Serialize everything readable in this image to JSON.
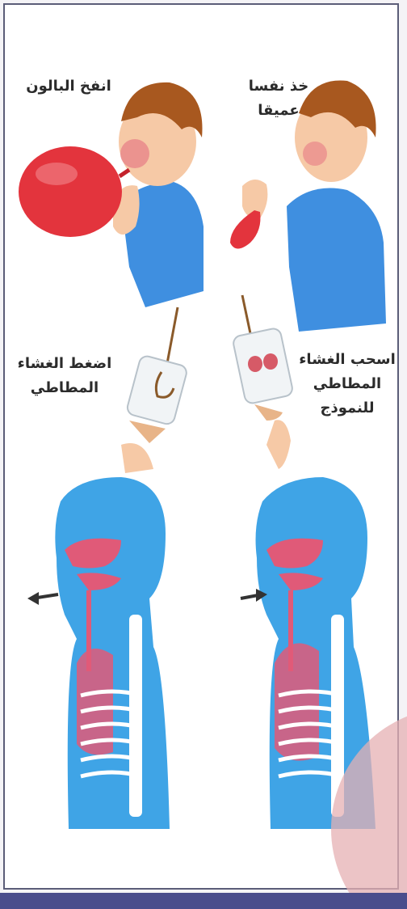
{
  "panels": {
    "exhale_balloon": {
      "label_lines": [
        "انفخ البالون"
      ]
    },
    "inhale_breath": {
      "label_lines": [
        "خذ نفسا",
        "عميقا"
      ]
    },
    "push_membrane": {
      "label_lines": [
        "اضغط الغشاء",
        "المطاطي"
      ]
    },
    "pull_membrane": {
      "label_lines": [
        "اسحب الغشاء",
        "المطاطي",
        "للنموذج"
      ]
    }
  },
  "colors": {
    "balloon": "#e3343d",
    "shirt": "#3f8fe0",
    "skin": "#f6c9a6",
    "hair": "#a8581f",
    "body_blue": "#3fa4e6",
    "lung_pink": "#e05a78",
    "bone": "#ffffff",
    "frame": "#5b5d78",
    "bottom_bar": "#4a4d8c"
  }
}
